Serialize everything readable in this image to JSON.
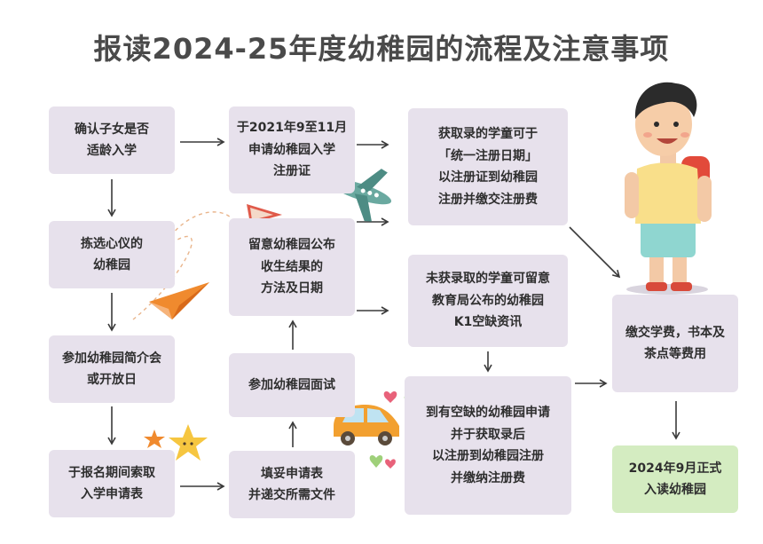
{
  "title": "报读2024-25年度幼稚园的流程及注意事项",
  "steps": [
    {
      "id": "s1",
      "lines": [
        "确认子女是否",
        "适龄入学"
      ]
    },
    {
      "id": "s2",
      "lines": [
        "拣选心仪的",
        "幼稚园"
      ]
    },
    {
      "id": "s3",
      "lines": [
        "参加幼稚园简介会",
        "或开放日"
      ]
    },
    {
      "id": "s4",
      "lines": [
        "于报名期间索取",
        "入学申请表"
      ]
    },
    {
      "id": "s5",
      "lines": [
        "于2021年9至11月",
        "申请幼稚园入学",
        "注册证"
      ]
    },
    {
      "id": "s6",
      "lines": [
        "留意幼稚园公布",
        "收生结果的",
        "方法及日期"
      ]
    },
    {
      "id": "s7",
      "lines": [
        "参加幼稚园面试"
      ]
    },
    {
      "id": "s8",
      "lines": [
        "填妥申请表",
        "并递交所需文件"
      ]
    },
    {
      "id": "s9",
      "lines": [
        "获取录的学童可于",
        "「统一注册日期」",
        "以注册证到幼稚园",
        "注册并缴交注册费"
      ]
    },
    {
      "id": "s10",
      "lines": [
        "未获录取的学童可留意",
        "教育局公布的幼稚园",
        "K1空缺资讯"
      ]
    },
    {
      "id": "s11",
      "lines": [
        "到有空缺的幼稚园申请",
        "并于获取录后",
        "以注册到幼稚园注册",
        "并缴纳注册费"
      ]
    },
    {
      "id": "s12",
      "lines": [
        "缴交学费，书本及",
        "茶点等费用"
      ]
    },
    {
      "id": "s13",
      "lines": [
        "2024年9月正式",
        "入读幼稚园"
      ]
    }
  ],
  "colors": {
    "box": "#e7e1ec",
    "final_box": "#d4ecc1",
    "arrow": "#3a3a3a",
    "title": "#4a4a4a"
  },
  "icons": [
    "paper-plane-icon",
    "airplane-icon",
    "car-icon",
    "star-icon",
    "heart-icon",
    "kid-illustration-icon"
  ]
}
